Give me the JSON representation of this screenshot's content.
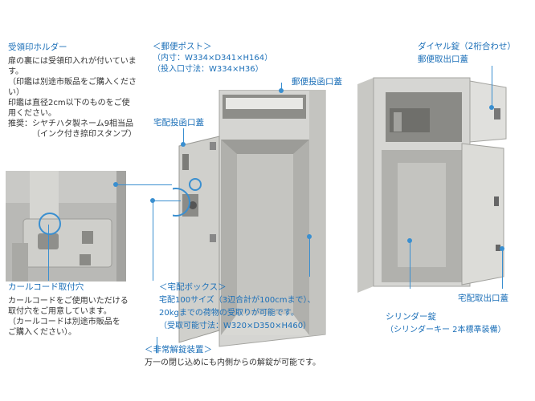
{
  "stamp_holder": {
    "title": "受領印ホルダー",
    "lines": [
      "扉の裏には受領印入れが付いていま",
      "す。",
      "（印鑑は別途市販品をご購入くださ",
      "い）",
      "印鑑は直径2cm以下のものをご使",
      "用ください。",
      "推奨：シヤチハタ製ネーム9相当品",
      "（インク付き捺印スタンプ）"
    ]
  },
  "mail_post": {
    "title": "＜郵便ポスト＞",
    "lines": [
      "（内寸：W334×D341×H164）",
      "（投入口寸法：W334×H36）"
    ]
  },
  "mail_slot_lid": "郵便投函口蓋",
  "delivery_slot_lid": "宅配投函口蓋",
  "dial_lock": {
    "title": "ダイヤル錠（2桁合わせ）",
    "sub": "郵便取出口蓋"
  },
  "cord_hole": {
    "title": "カールコード取付穴",
    "lines": [
      "カールコードをご使用いただける",
      "取付穴をご用意しています。",
      "（カールコードは別途市販品を",
      "ご購入ください）。"
    ]
  },
  "delivery_box": {
    "title": "＜宅配ボックス＞",
    "lines": [
      "宅配100サイズ（3辺合計が100cmまで）、",
      "20kgまでの荷物の受取りが可能です。",
      "（受取可能寸法：W320×D350×H460）"
    ]
  },
  "emergency": {
    "title": "＜非常解錠装置＞",
    "line": "万一の閉じ込めにも内側からの解錠が可能です。"
  },
  "delivery_outlet_lid": "宅配取出口蓋",
  "cylinder_lock": {
    "title": "シリンダー錠",
    "sub": "（シリンダーキー 2本標準装備）"
  }
}
